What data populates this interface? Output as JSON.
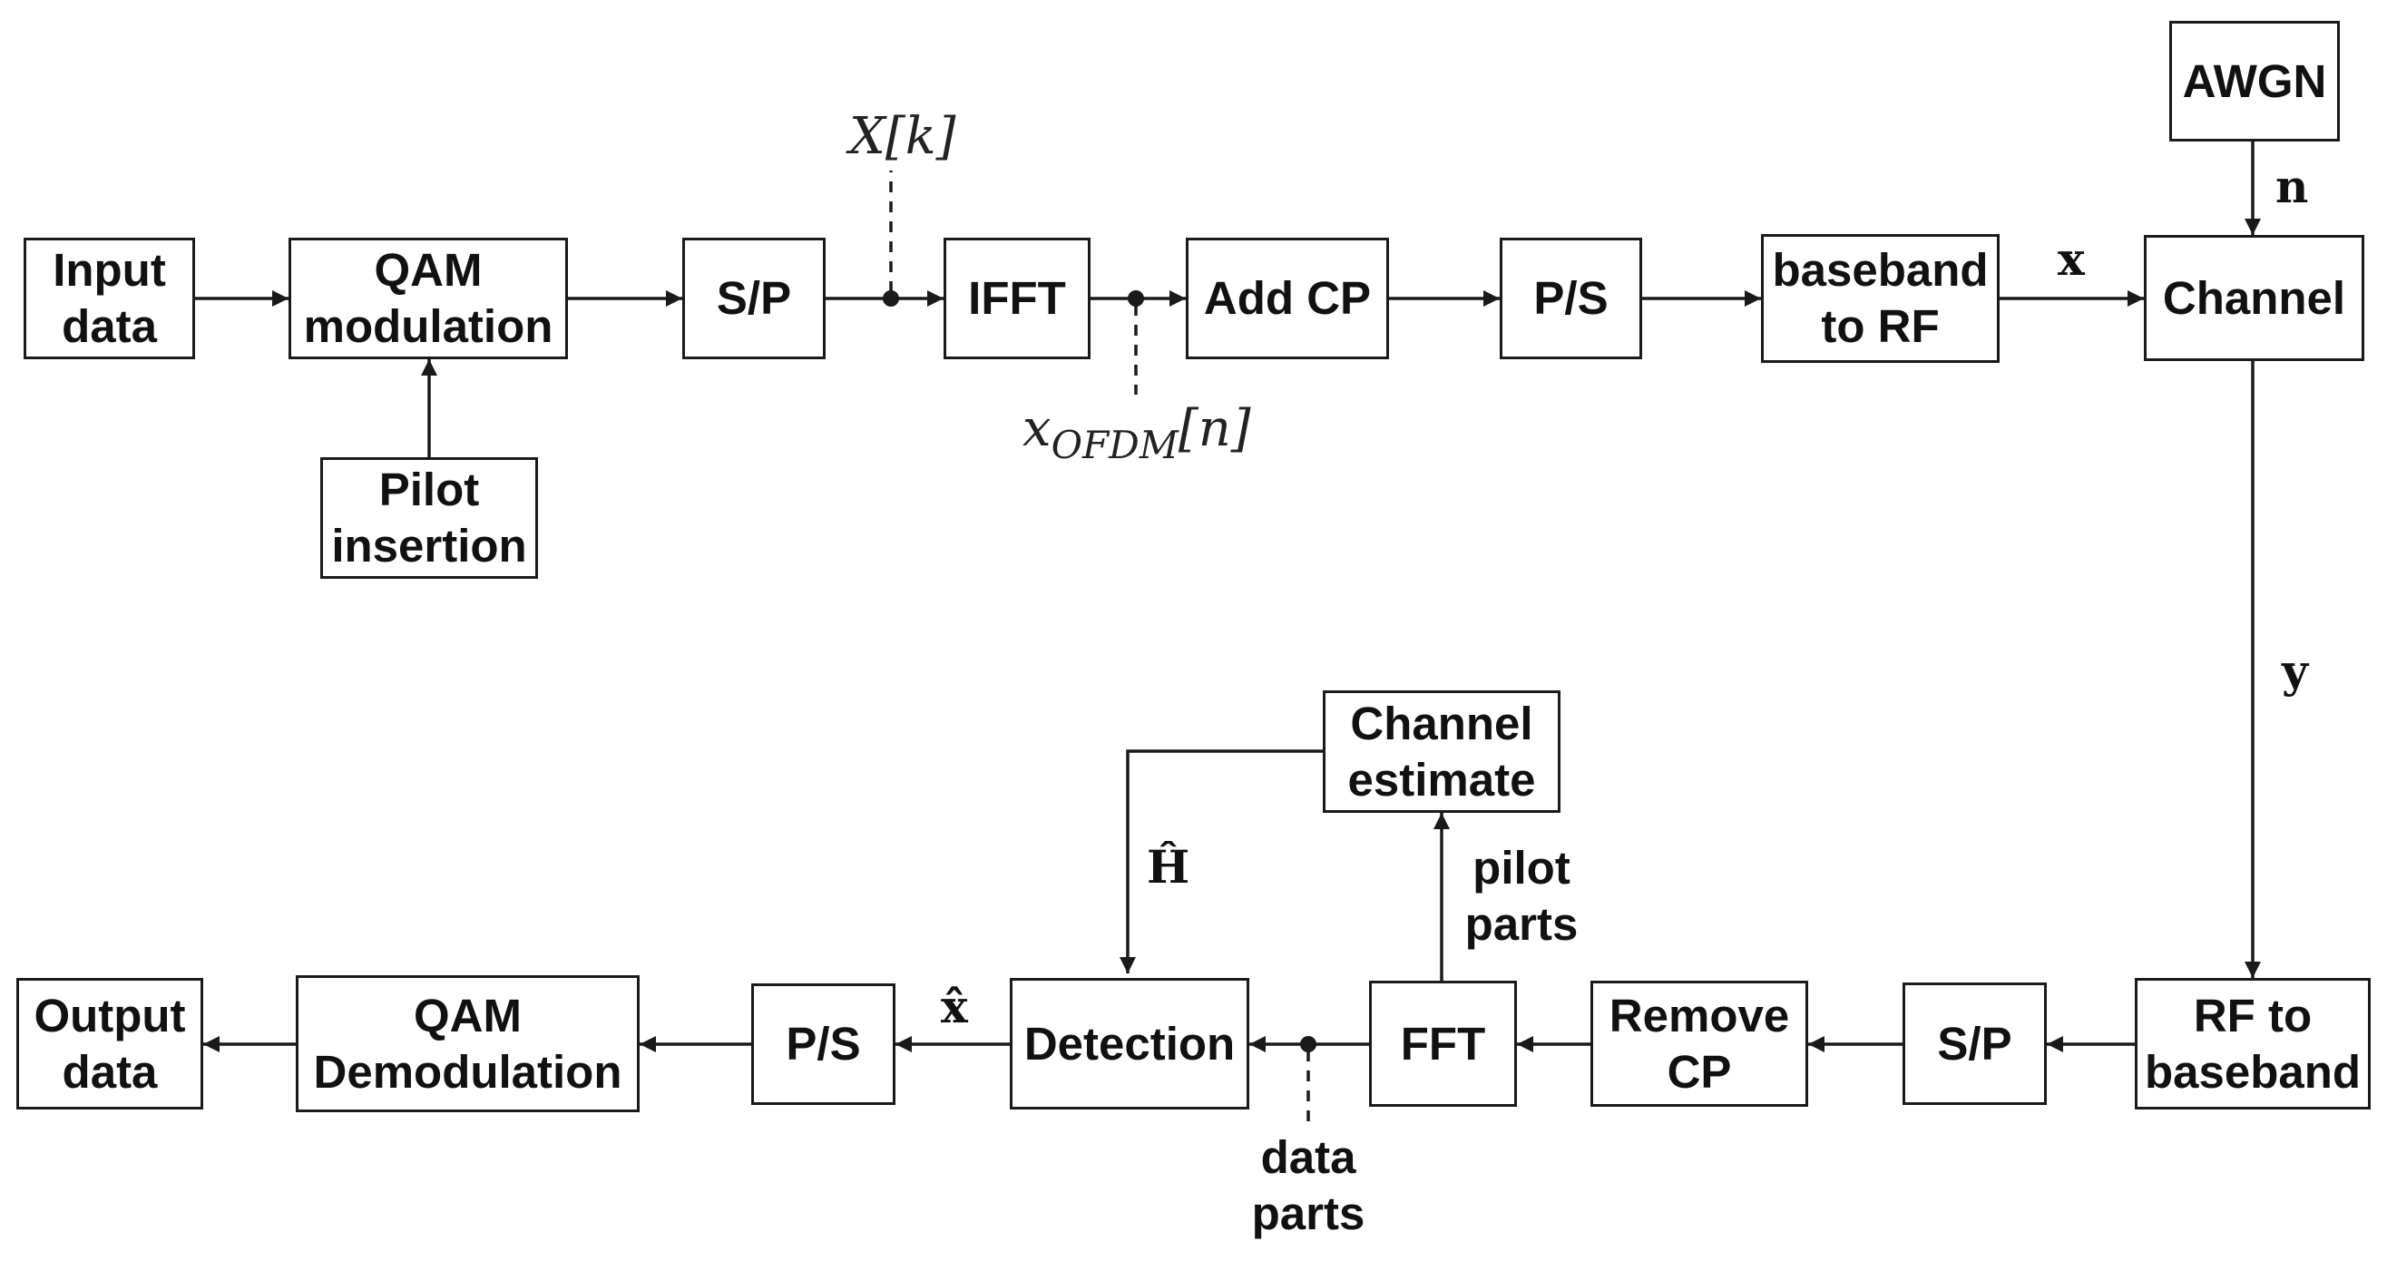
{
  "blocks": {
    "input_data": "Input\ndata",
    "qam_modulation": "QAM\nmodulation",
    "pilot_insertion": "Pilot\ninsertion",
    "sp_tx": "S/P",
    "ifft": "IFFT",
    "add_cp": "Add CP",
    "ps_tx": "P/S",
    "baseband_to_rf": "baseband\nto RF",
    "awgn": "AWGN",
    "channel": "Channel",
    "rf_to_baseband": "RF to\nbaseband",
    "sp_rx": "S/P",
    "remove_cp": "Remove\nCP",
    "fft": "FFT",
    "channel_estimate": "Channel\nestimate",
    "detection": "Detection",
    "ps_rx": "P/S",
    "qam_demodulation": "QAM\nDemodulation",
    "output_data": "Output\ndata"
  },
  "labels": {
    "freq_symbol": "X[k]",
    "ofdm_base": "x",
    "ofdm_sub": "OFDM",
    "ofdm_index": "[n]",
    "noise": "n",
    "tx_signal": "x",
    "rx_signal": "y",
    "h_hat": "Ĥ",
    "x_hat": "x̂",
    "pilot_parts": "pilot\nparts",
    "data_parts": "data\nparts"
  }
}
